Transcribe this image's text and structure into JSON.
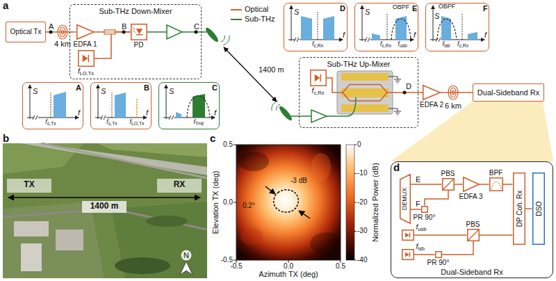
{
  "diagram": {
    "nodes": [
      {
        "text": [
          "Optical Tx"
        ]
      },
      {
        "text": [
          "Sub-THz Down-Mixer"
        ]
      },
      {
        "text": [
          "EDFA 1"
        ],
        "in": 1
      },
      {
        "text": [
          "fLO,Tx"
        ],
        "in": 1
      },
      {
        "text": [
          "PD"
        ],
        "in": 1
      },
      {
        "text": [
          "D",
          "S",
          "f",
          "fc,Rx"
        ]
      },
      {
        "text": [
          "E",
          "OBPF",
          "S",
          "f",
          "fc,Rx",
          "fusb"
        ]
      },
      {
        "text": [
          "F",
          "OBPF",
          "S",
          "f",
          "flsb",
          "fc,Rx"
        ]
      },
      {
        "text": [
          "Sub-THz Up-Mixer"
        ]
      },
      {
        "text": [
          "fc,Rx"
        ],
        "in": 8
      },
      {
        "text": [
          "EDFA 2"
        ]
      },
      {
        "text": [
          "Dual-Sideband Rx"
        ]
      },
      {
        "text": [
          "A",
          "S",
          "f",
          "fc,Tx"
        ]
      },
      {
        "text": [
          "B",
          "S",
          "f",
          "fc,Tx",
          "fLO,Tx"
        ]
      },
      {
        "text": [
          "C",
          "S",
          "f",
          "fTHz"
        ]
      },
      {
        "text": [
          "Dual-Sideband Rx"
        ]
      },
      {
        "text": [
          "DEMUX"
        ],
        "in": 15
      },
      {
        "text": [
          "PBS"
        ],
        "in": 15
      },
      {
        "text": [
          "PR 90°"
        ],
        "in": 15
      },
      {
        "text": [
          "EDFA 3"
        ],
        "in": 15
      },
      {
        "text": [
          "BPF"
        ],
        "in": 15
      },
      {
        "text": [
          "DP Coh. Rx"
        ],
        "in": 15
      },
      {
        "text": [
          "DSO"
        ],
        "in": 15
      },
      {
        "text": [
          "fusb"
        ],
        "in": 15
      },
      {
        "text": [
          "PBS"
        ],
        "in": 15
      },
      {
        "text": [
          "flsb"
        ],
        "in": 15
      },
      {
        "text": [
          "PR 90°"
        ],
        "in": 15
      }
    ],
    "edges": [
      {
        "from": 0,
        "to": 2,
        "arrow": "none"
      },
      {
        "from": 2,
        "to": 4,
        "arrow": "none"
      },
      {
        "from": 3,
        "to": 4,
        "arrow": "none"
      },
      {
        "from": 9,
        "to": 10,
        "arrow": "none"
      },
      {
        "from": 10,
        "to": 11,
        "arrow": "none"
      },
      {
        "from": 16,
        "to": 17,
        "arrow": "none"
      },
      {
        "from": 16,
        "to": 18,
        "arrow": "none"
      },
      {
        "from": 18,
        "to": 17,
        "arrow": "none"
      },
      {
        "from": 17,
        "to": 19,
        "arrow": "none"
      },
      {
        "from": 19,
        "to": 20,
        "arrow": "none"
      },
      {
        "from": 20,
        "to": 21,
        "arrow": "none"
      },
      {
        "from": 21,
        "to": 22,
        "arrow": "none"
      },
      {
        "from": 23,
        "to": 24,
        "arrow": "none"
      },
      {
        "from": 25,
        "to": 26,
        "arrow": "none"
      },
      {
        "from": 26,
        "to": 24,
        "arrow": "none"
      },
      {
        "from": 24,
        "to": 21,
        "arrow": "none"
      }
    ],
    "labels": [
      "a",
      "A",
      "4 km",
      "B",
      "C",
      "1400 m",
      "D",
      "6 km",
      "b",
      "TX",
      "RX",
      "1400 m",
      "N",
      "c",
      "0.5",
      "0.0",
      "-0.5",
      "-0.5",
      "0.0",
      "0.5",
      "Elevation TX (deg)",
      "Azimuth TX (deg)",
      "-3 dB",
      "0.2°",
      "0",
      "-10",
      "-20",
      "-30",
      "-40",
      "Normalized Power (dB)",
      "d",
      "E",
      "F"
    ],
    "legend": [
      {
        "text": "Optical"
      },
      {
        "text": "Sub-THz"
      }
    ]
  }
}
